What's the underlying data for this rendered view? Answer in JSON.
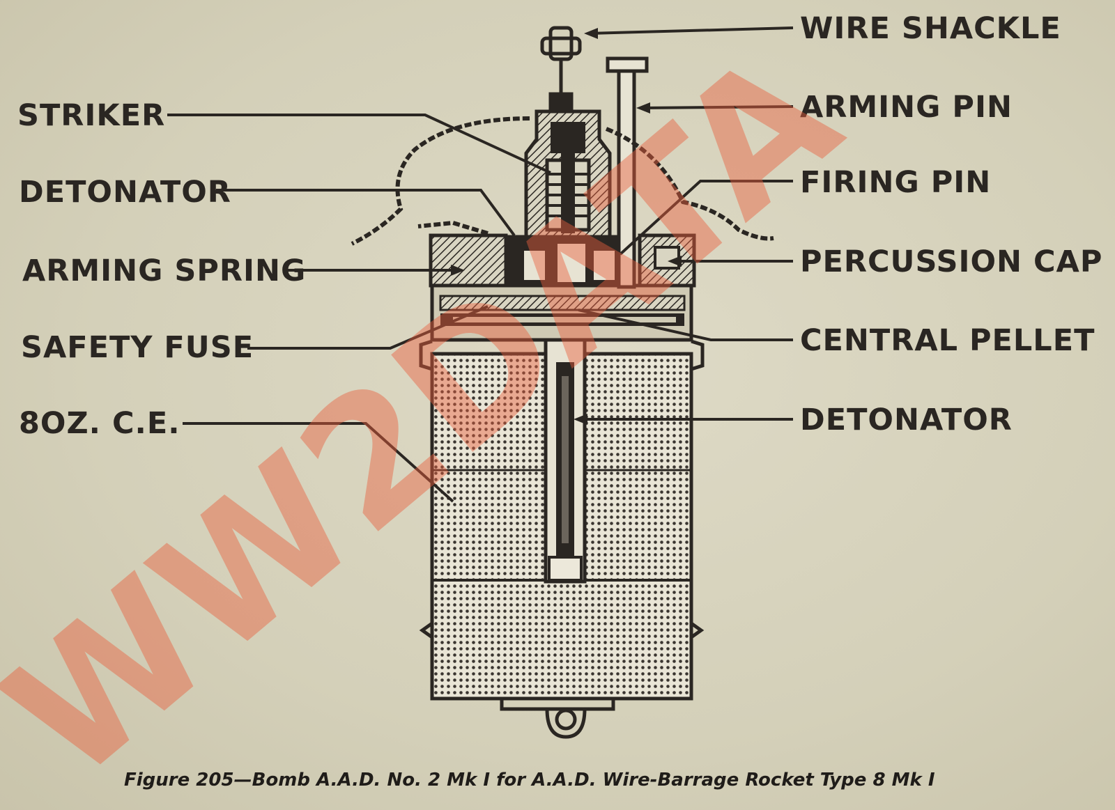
{
  "labels_left": {
    "striker": "STRIKER",
    "detonator": "DETONATOR",
    "arming_spring": "ARMING SPRING",
    "safety_fuse": "SAFETY FUSE",
    "charge": "8OZ.  C.E."
  },
  "labels_right": {
    "wire_shackle": "WIRE SHACKLE",
    "arming_pin": "ARMING PIN",
    "firing_pin": "FIRING PIN",
    "percussion_cap": "PERCUSSION CAP",
    "central_pellet": "CENTRAL PELLET",
    "detonator": "DETONATOR"
  },
  "caption": "Figure 205—Bomb A.A.D. No. 2 Mk I for A.A.D. Wire-Barrage Rocket Type 8 Mk I",
  "watermark": "WW2DATA",
  "colors": {
    "paper": "#d7d3bd",
    "ink": "#2a2622",
    "watermark": "#e8603f"
  }
}
